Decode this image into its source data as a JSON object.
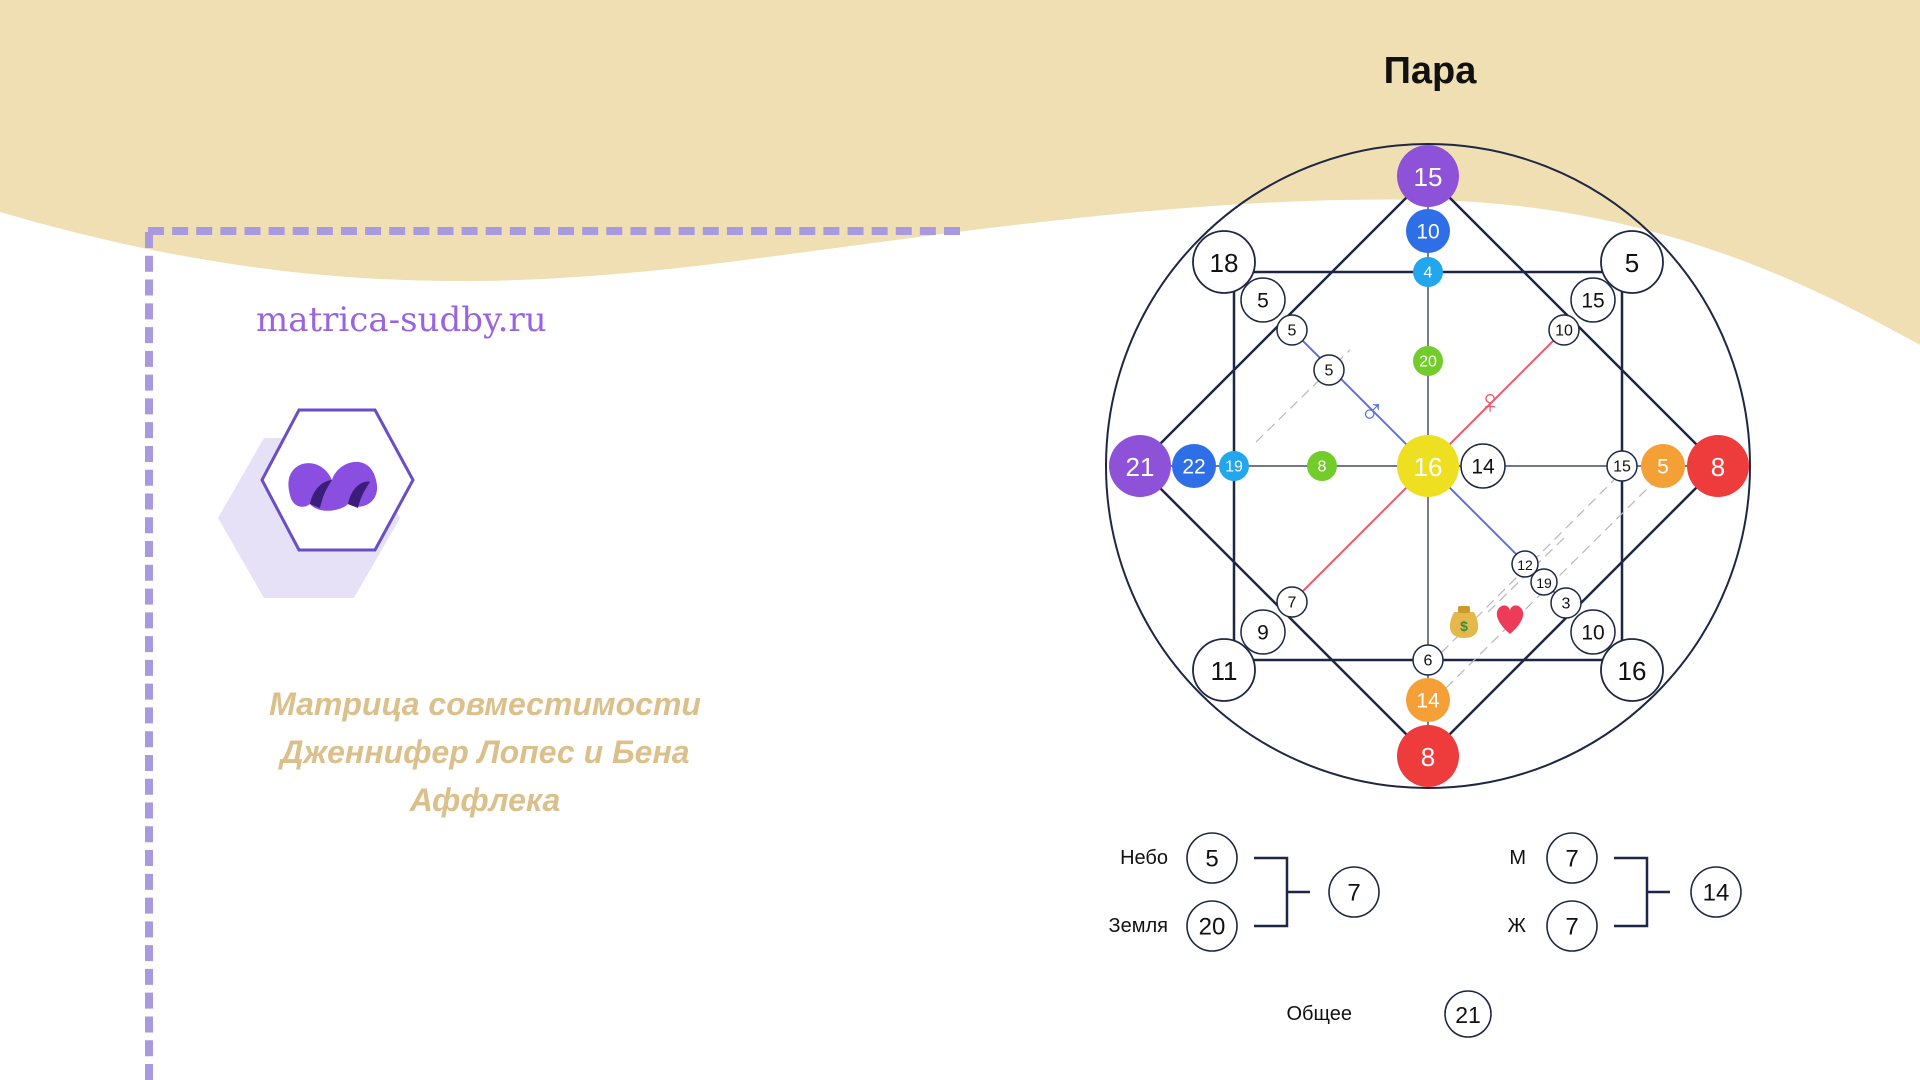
{
  "site": {
    "url": "matrica-sudby.ru"
  },
  "subtitle": {
    "line1": "Матрица совместимости",
    "line2": "Дженнифер Лопес и  Бена",
    "line3": "Аффлека"
  },
  "matrix": {
    "title": "Пара",
    "symbols": {
      "male": "♂",
      "female": "♀",
      "money": "💰",
      "love": "❤"
    },
    "nodes": {
      "top": "15",
      "top2": "10",
      "top3": "4",
      "left": "21",
      "left2": "22",
      "left3": "19",
      "right": "8",
      "right2": "5",
      "right3": "15",
      "bottom": "8",
      "bottom2": "14",
      "bottom3": "6",
      "center": "16",
      "center_right": "14",
      "center_up": "20",
      "center_left": "8",
      "tl_corner": "18",
      "tl_2": "5",
      "tl_3": "5",
      "tr_corner": "5",
      "tr_2": "15",
      "tr_3": "10",
      "bl_corner": "11",
      "bl_2": "9",
      "bl_3": "7",
      "br_corner": "16",
      "br_2": "10",
      "br_3": "3",
      "diag_male": "5",
      "diag_19": "19",
      "diag_12": "12"
    }
  },
  "summary": {
    "sky_label": "Небо",
    "sky_value": "5",
    "earth_label": "Земля",
    "earth_value": "20",
    "se_total": "7",
    "m_label": "М",
    "m_value": "7",
    "f_label": "Ж",
    "f_value": "7",
    "mf_total": "14",
    "overall_label": "Общее",
    "overall_value": "21"
  },
  "colors": {
    "background_wave": "#efdfb3",
    "dashed_frame": "#a99ae0",
    "site_url": "#9a63e0",
    "subtitle": "#dcc08b",
    "outline": "#1d2745",
    "purple": "#8e52d8",
    "blue": "#2e6ee6",
    "light_blue": "#22a6ee",
    "green": "#72cc2a",
    "yellow": "#eedf21",
    "orange": "#f4a036",
    "red": "#ee3b3b",
    "male_line": "#5c72dc",
    "female_line": "#ee5a6c"
  }
}
